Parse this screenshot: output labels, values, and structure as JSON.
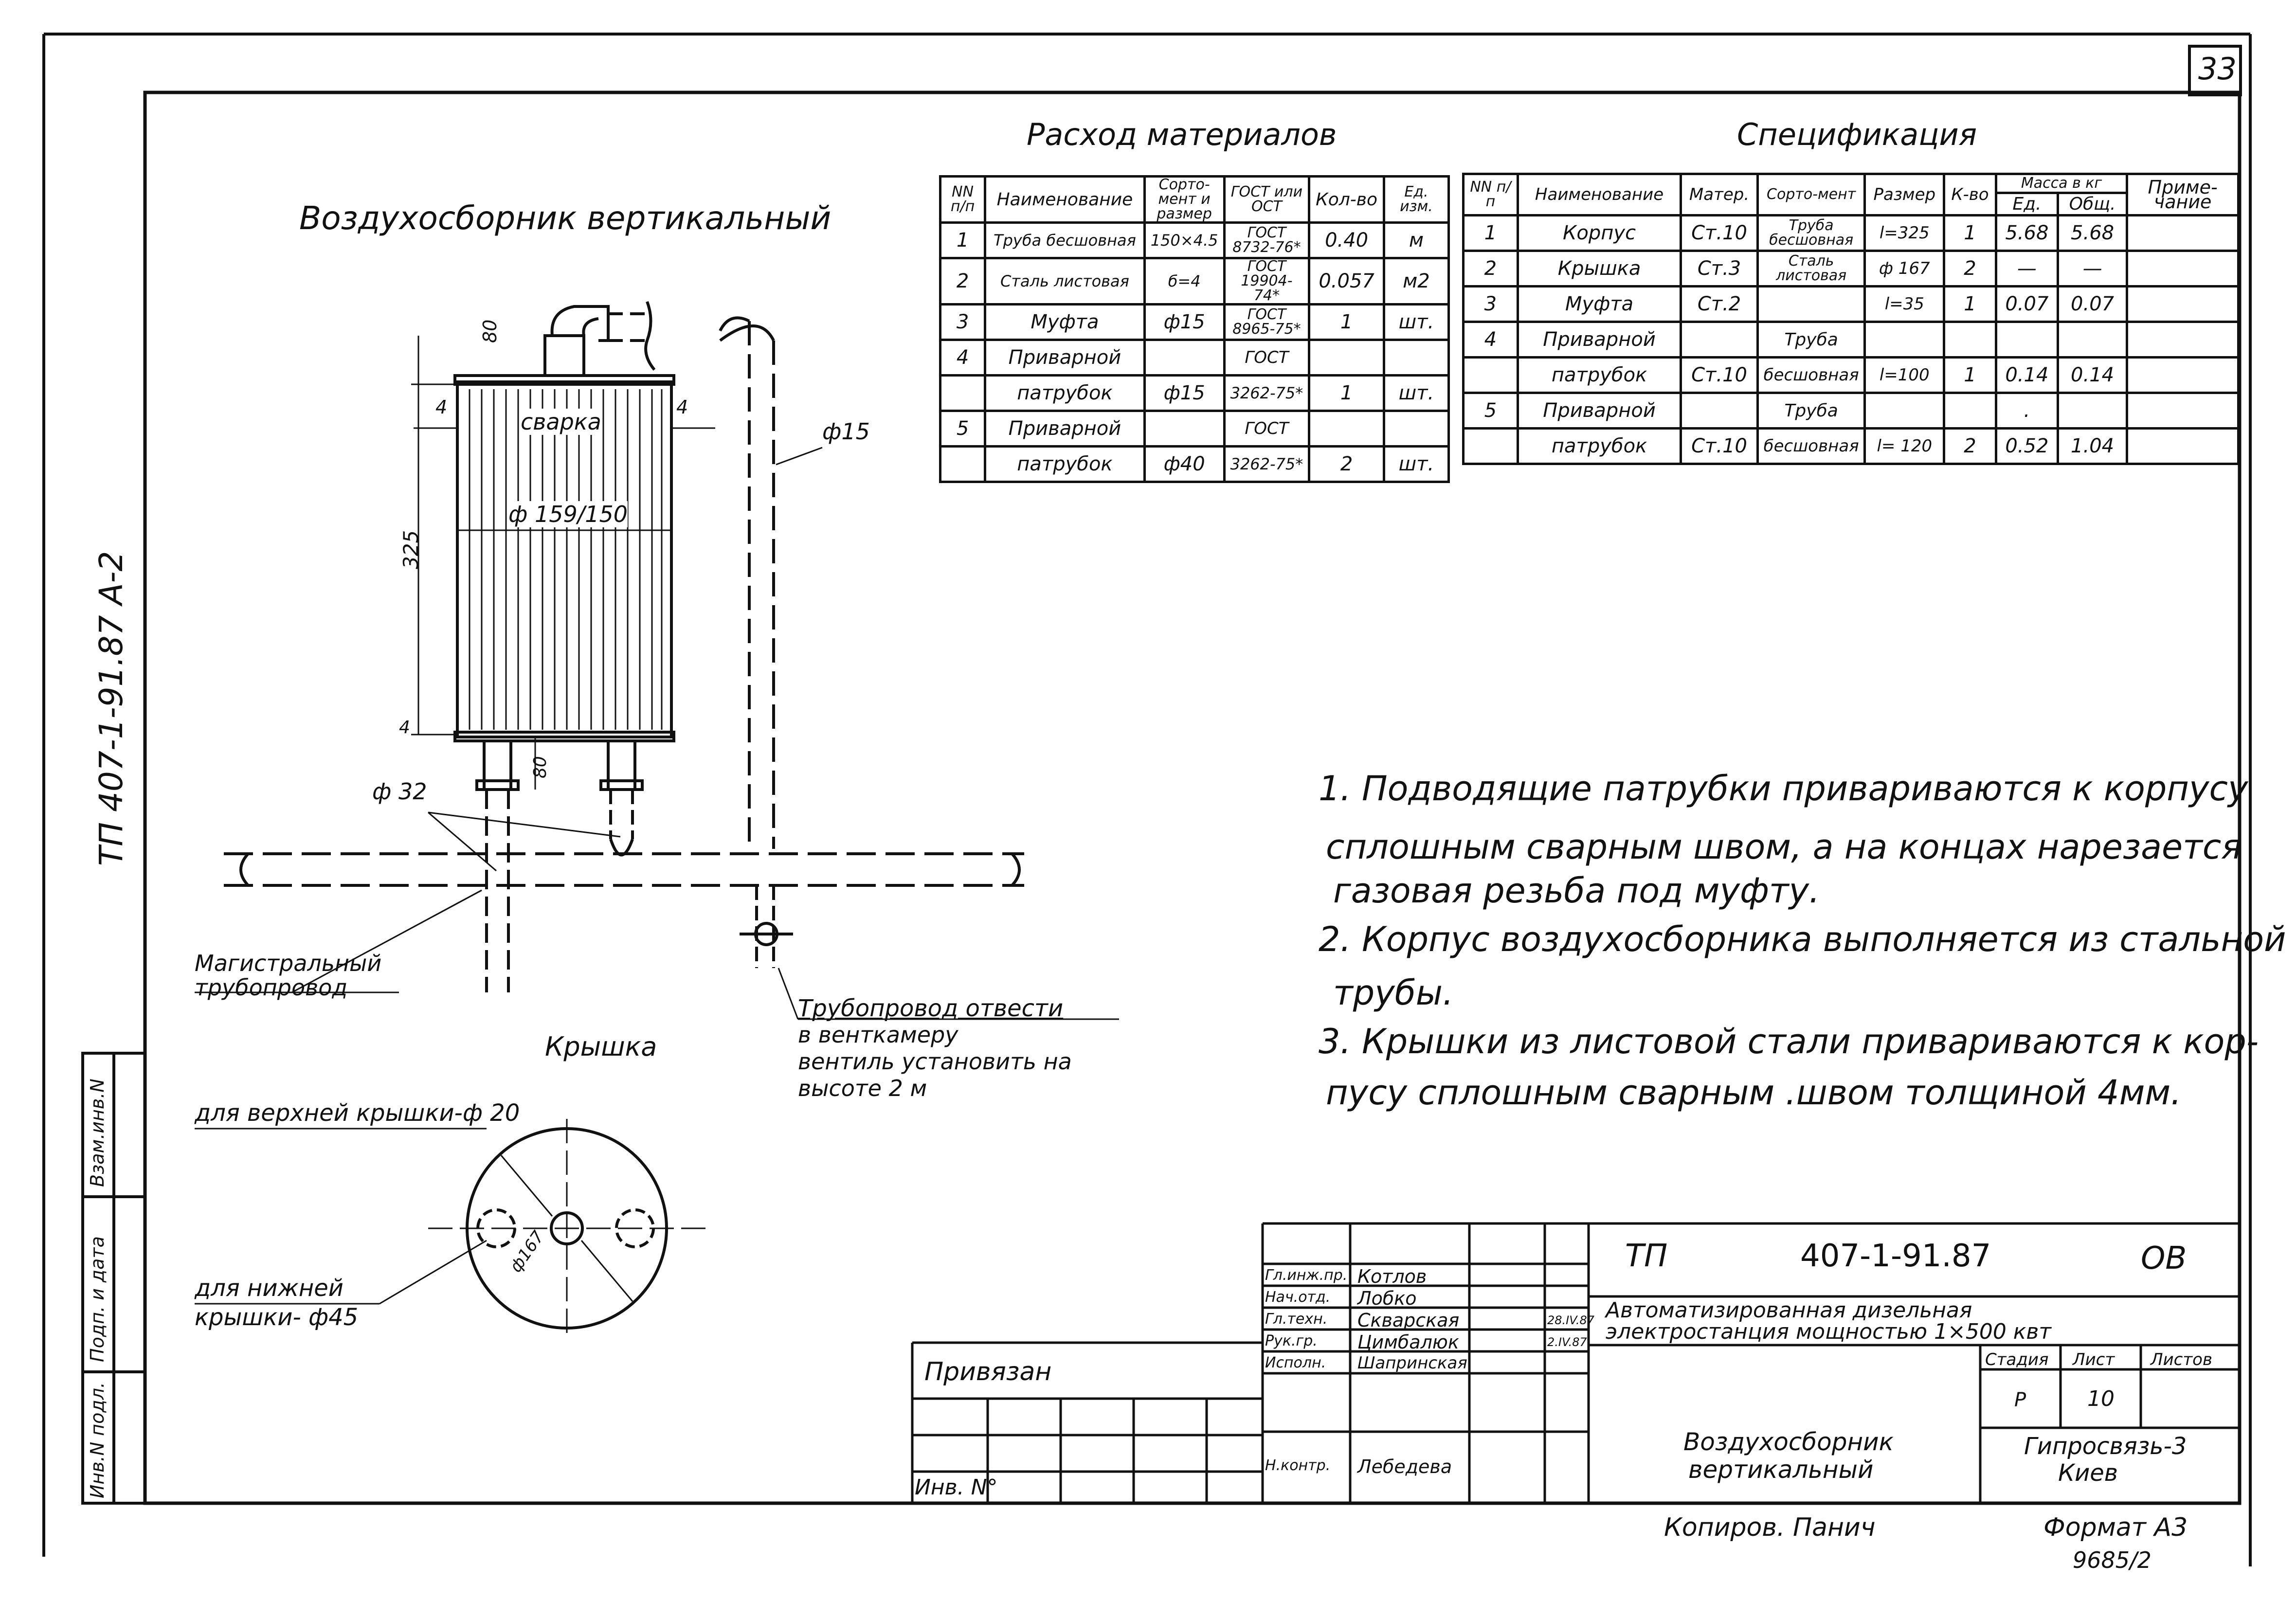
{
  "sheet_number": "33",
  "side_code": "ТП 407-1-91.87   А-2",
  "drawing_title": "Воздухосборник   вертикальный",
  "drawing_labels": {
    "dim_80_top": "80",
    "dim_4_left": "4",
    "dim_4_right": "4",
    "weld": "сварка",
    "dim_325": "325",
    "diameter_main": "ф 159/150",
    "diameter_15": "ф15",
    "dim_4_bottom": "4",
    "dim_80_bottom": "80",
    "diameter_32": "ф 32",
    "main_pipe": "Магистральный трубопровод",
    "drain_pipe_1": "Трубопровод отвести",
    "drain_pipe_2": "в венткамеру",
    "drain_pipe_3": "вентиль установить на",
    "drain_pipe_4": "высоте   2 м",
    "cover_title": "Крышка",
    "cover_top": "для верхней крышки-ф 20",
    "cover_bottom_1": "для нижней",
    "cover_bottom_2": "крышки-  ф45",
    "cover_dim": "ф167"
  },
  "materials": {
    "title": "Расход материалов",
    "headers": [
      "NN п/п",
      "Наименование",
      "Сорто-мент и размер",
      "ГОСТ или ОСТ",
      "Кол-во",
      "Ед. изм."
    ],
    "rows": [
      [
        "1",
        "Труба бесшовная",
        "150×4.5",
        "ГОСТ 8732-76*",
        "0.40",
        "м"
      ],
      [
        "2",
        "Сталь листовая",
        "б=4",
        "ГОСТ 19904-74*",
        "0.057",
        "м2"
      ],
      [
        "3",
        "Муфта",
        "ф15",
        "ГОСТ 8965-75*",
        "1",
        "шт."
      ],
      [
        "4",
        "Приварной",
        "",
        "ГОСТ",
        "",
        ""
      ],
      [
        "",
        "патрубок",
        "ф15",
        "3262-75*",
        "1",
        "шт."
      ],
      [
        "5",
        "Приварной",
        "",
        "ГОСТ",
        "",
        ""
      ],
      [
        "",
        "патрубок",
        "ф40",
        "3262-75*",
        "2",
        "шт."
      ]
    ]
  },
  "specification": {
    "title": "Спецификация",
    "headers": [
      "NN п/п",
      "Наименование",
      "Матер.",
      "Сорто-мент",
      "Размер",
      "К-во",
      "Масса в кг",
      "Ед.",
      "Общ.",
      "Приме-чание"
    ],
    "rows": [
      [
        "1",
        "Корпус",
        "Ст.10",
        "Труба бесшовная",
        "l=325",
        "1",
        "5.68",
        "5.68",
        ""
      ],
      [
        "2",
        "Крышка",
        "Ст.3",
        "Сталь листовая",
        "ф 167",
        "2",
        "—",
        "—",
        ""
      ],
      [
        "3",
        "Муфта",
        "Ст.2",
        "",
        "l=35",
        "1",
        "0.07",
        "0.07",
        ""
      ],
      [
        "4",
        "Приварной",
        "",
        "Труба",
        "",
        "",
        "",
        "",
        ""
      ],
      [
        "",
        "патрубок",
        "Ст.10",
        "бесшовная",
        "l=100",
        "1",
        "0.14",
        "0.14",
        ""
      ],
      [
        "5",
        "Приварной",
        "",
        "Труба",
        "",
        "",
        ".",
        "",
        ""
      ],
      [
        "",
        "патрубок",
        "Ст.10",
        "бесшовная",
        "l= 120",
        "2",
        "0.52",
        "1.04",
        ""
      ]
    ]
  },
  "notes": [
    "1. Подводящие патрубки привариваются к корпусу",
    "сплошным сварным швом, а на концах нарезается",
    "газовая резьба под муфту.",
    "2. Корпус воздухосборника выполняется из стальной",
    "трубы.",
    "3. Крышки из листовой стали привариваются к кор-",
    "пусу сплошным сварным .швом толщиной 4мм."
  ],
  "left_stamp": [
    "Инв.N подл.",
    "Подп. и дата",
    "Взам.инв.N"
  ],
  "title_block": {
    "code_prefix": "ТП",
    "code": "407-1-91.87",
    "mark": "ОВ",
    "project_1": "Автоматизированная дизельная",
    "project_2": "электростанция мощностью  1×500 квт",
    "roles": [
      [
        "Гл.инж.пр.",
        "Котлов"
      ],
      [
        "Нач.отд.",
        "Лобко"
      ],
      [
        "Гл.техн.",
        "Скварская"
      ],
      [
        "Рук.гр.",
        "Цимбалюк"
      ],
      [
        "Исполн.",
        "Шапринская"
      ],
      [
        "",
        ""
      ],
      [
        "Н.контр.",
        "Лебедева"
      ]
    ],
    "dates": [
      "",
      "",
      "28.IV.87",
      "2.IV.87",
      "",
      "",
      ""
    ],
    "stage_label": "Стадия",
    "sheet_label": "Лист",
    "sheets_label": "Листов",
    "stage": "Р",
    "sheet": "10",
    "drawing_name_1": "Воздухосборник",
    "drawing_name_2": "вертикальный",
    "org_1": "Гипросвязь-3",
    "org_2": "Киев",
    "bound_label": "Привязан",
    "inv_label": "Инв. N°"
  },
  "footer": {
    "copied": "Копиров. Панич",
    "format": "Формат А3",
    "number": "9685/2"
  }
}
